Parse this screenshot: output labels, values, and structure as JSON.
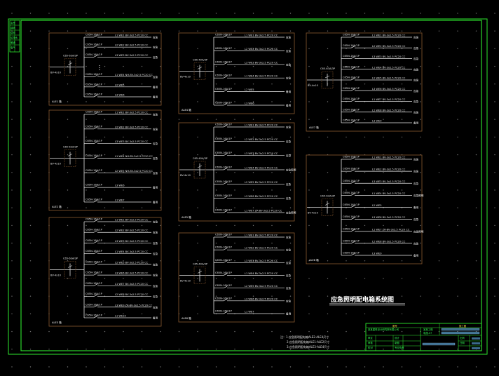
{
  "drawing": {
    "title": "应急照明配电箱系统图",
    "notes": [
      "注：1.应急照明配电箱ALE2-ALE4尺寸",
      "2.应急照明配电箱ALE1-ALE2尺寸",
      "3.应急照明配电箱ALE3-ALE4尺寸"
    ]
  },
  "colors": {
    "background": "#000000",
    "frame": "#2ee82e",
    "panel": "#8a5a30",
    "wire": "#e8e8e8",
    "breaker": "#e0e0e0",
    "dots": "#6e6e6e"
  },
  "panels": [
    {
      "id": "p1",
      "label": "ALE1 箱",
      "incoming": "BV-4x10",
      "main_breaker": "C65-63A/3P",
      "circuits": [
        {
          "breaker": "C65N-16A/1P",
          "cable": "L1 WE1 BV-3x2.5 PC20 CC",
          "load": "应急"
        },
        {
          "breaker": "C65N-16A/1P",
          "cable": "L2 WE2 BV-3x2.5 PC20 CC",
          "load": "应急"
        },
        {
          "breaker": "C65N-16A/1P",
          "cable": "L3 WE3 BV-3x2.5 PC20 CC",
          "load": "应急"
        },
        {
          "breaker": "",
          "cable": "",
          "load": ""
        },
        {
          "breaker": "C65N-16A/1P",
          "cable": "L1 WE4 NH-BV-3x2.5 PC20 CC",
          "load": "应急"
        },
        {
          "breaker": "C65N-16A/1P",
          "cable": "L2 WE5",
          "load": "备用"
        },
        {
          "breaker": "C65N-16A/1P",
          "cable": "L3 WE6",
          "load": "备用"
        }
      ]
    },
    {
      "id": "p2",
      "label": "ALE2 箱",
      "incoming": "BV-4x10",
      "main_breaker": "C65-63A/3P",
      "circuits": [
        {
          "breaker": "C65N-16A/1P",
          "cable": "L1 WE1 BV-3x2.5 PC20 CC",
          "load": "应急"
        },
        {
          "breaker": "C65N-16A/1P",
          "cable": "L2 WE2 BV-3x2.5 PC20 CC",
          "load": "应急"
        },
        {
          "breaker": "C65N-16A/1P",
          "cable": "L3 WE3 BV-3x2.5 PC20 CC",
          "load": "应急"
        },
        {
          "breaker": "C65N-16A/1P",
          "cable": "L1 WE4 NH-BV-3x2.5 PC20 CC",
          "load": "应急"
        },
        {
          "breaker": "C65N-16A/1P",
          "cable": "L2 WE5 NH-BV-3x2.5 PC20 CC",
          "load": "应急"
        },
        {
          "breaker": "C65N-16A/1P",
          "cable": "L3 WE6",
          "load": "备用"
        },
        {
          "breaker": "C65N-16A/1P",
          "cable": "L1 WE7",
          "load": "备用"
        }
      ]
    },
    {
      "id": "p3",
      "label": "ALE3 箱",
      "incoming": "BV-4x10",
      "main_breaker": "C65-63A/3P",
      "circuits": [
        {
          "breaker": "C65N-16A/1P",
          "cable": "L1 WE1 BV-3x2.5 PC20 CC",
          "load": "应急"
        },
        {
          "breaker": "C65N-16A/1P",
          "cable": "L2 WE2 BV-3x2.5 PC20 CC",
          "load": "应急"
        },
        {
          "breaker": "C65N-16A/1P",
          "cable": "L3 WE3 BV-3x2.5 PC20 CC",
          "load": "应急"
        },
        {
          "breaker": "C65N-16A/1P",
          "cable": "L1 WE4 BV-3x2.5 PC20 CC",
          "load": "应急"
        },
        {
          "breaker": "C65N-16A/1P",
          "cable": "L2 WE5 BV-3x2.5 PC20 CC",
          "load": "应急"
        },
        {
          "breaker": "C65N-16A/1P",
          "cable": "L3 WE6 BV-3x2.5 PC20 CC",
          "load": "应急"
        },
        {
          "breaker": "C65N-16A/1P",
          "cable": "L1 WE7 BV-3x2.5 PC20 CC",
          "load": "应急"
        },
        {
          "breaker": "C65N-16A/1P",
          "cable": "L2 WE8 BV-3x2.5 PC20 CC",
          "load": "应急"
        },
        {
          "breaker": "C65N-16A/1P",
          "cable": "L3 WE9 ZR-BV-3x2.5 PC20 CC",
          "load": "应急"
        },
        {
          "breaker": "C65N-16A/1P",
          "cable": "L1 WE10",
          "load": "备用"
        }
      ]
    },
    {
      "id": "p4",
      "label": "ALE4 箱",
      "incoming": "BV-4x10",
      "main_breaker": "C65-40A/3P",
      "circuits": [
        {
          "breaker": "C65N-16A/1P",
          "cable": "L1 WE1 BV-3x2.5 PC20 CC",
          "load": "应急"
        },
        {
          "breaker": "C65N-16A/1P",
          "cable": "L2 WE2 BV-3x2.5 PC20 CC",
          "load": "应急"
        },
        {
          "breaker": "C65N-16A/1P",
          "cable": "L3 WE3 BV-3x2.5 PC20 CC",
          "load": "应急"
        },
        {
          "breaker": "C65N-16A/1P",
          "cable": "L1 WE4 BV-3x2.5 PC20 CC",
          "load": "应急"
        },
        {
          "breaker": "C65N-16A/1P",
          "cable": "L2 WE5",
          "load": "备用"
        },
        {
          "breaker": "C65N-16A/1P",
          "cable": "L3 WE6",
          "load": "备用"
        }
      ]
    },
    {
      "id": "p5",
      "label": "ALE5 箱",
      "incoming": "BV-4x10",
      "main_breaker": "C65-40A/3P",
      "circuits": [
        {
          "breaker": "C65N-16A/1P",
          "cable": "L1 WE1 BV-3x2.5 PC20 CC",
          "load": "应急"
        },
        {
          "breaker": "C65N-16A/1P",
          "cable": "L2 WE2 BV-3x2.5 PC20 CC",
          "load": "应急"
        },
        {
          "breaker": "C65N-16A/1P",
          "cable": "L3 WE3 BV-3x2.5 PC20 CC",
          "load": "应急"
        },
        {
          "breaker": "C65N-16A/1P",
          "cable": "L1 WE4 BV-3x2.5 PC20 CC",
          "load": "应急照明"
        },
        {
          "breaker": "C65N-16A/1P",
          "cable": "L2 WE5 BV-3x2.5 PC20 CC",
          "load": "应急"
        },
        {
          "breaker": "C65N-16A/1P",
          "cable": "L3 WE6 BV-3x2.5 PC20 CC",
          "load": "应急"
        },
        {
          "breaker": "C65N-16A/1P",
          "cable": "L1 WE7 ZR-BV-3x2.5 PC20 CC",
          "load": "应急照明"
        }
      ]
    },
    {
      "id": "p6",
      "label": "ALE6 箱",
      "incoming": "BV-4x10",
      "main_breaker": "C65-40A/3P",
      "circuits": [
        {
          "breaker": "C65N-16A/1P",
          "cable": "L1 WE1 BV-3x2.5 PC20 CC",
          "load": "应急"
        },
        {
          "breaker": "C65N-16A/1P",
          "cable": "L2 WE2 BV-3x2.5 PC20 CC",
          "load": "应急"
        },
        {
          "breaker": "C65N-16A/1P",
          "cable": "L3 WE3 BV-3x2.5 PC20 CC",
          "load": "应急"
        },
        {
          "breaker": "C65N-16A/1P",
          "cable": "L1 WE4 BV-3x2.5 PC20 CC",
          "load": "应急"
        },
        {
          "breaker": "C65N-16A/1P",
          "cable": "L2 WE5 BV-3x2.5 PC20 CC",
          "load": "应急"
        },
        {
          "breaker": "C65N-16A/1P",
          "cable": "L3 WE6 BV-3x2.5 PC20 CC",
          "load": "应急"
        },
        {
          "breaker": "C65N-16A/1P",
          "cable": "L1 WE7",
          "load": "备用"
        }
      ]
    },
    {
      "id": "p7",
      "label": "ALE7 箱",
      "incoming": "BV-4x10",
      "main_breaker": "C65-63A/3P",
      "circuits": [
        {
          "breaker": "C65N-16A/1P",
          "cable": "L1 WE1 BV-3x2.5 PC20 CC",
          "load": "应急"
        },
        {
          "breaker": "C65N-16A/1P",
          "cable": "L2 WE2 BV-3x2.5 PC20 CC",
          "load": "应急"
        },
        {
          "breaker": "C65N-16A/1P",
          "cable": "L3 WE3 BV-3x2.5 PC20 CC",
          "load": "应急"
        },
        {
          "breaker": "C65N-16A/1P",
          "cable": "L1 WE4 BV-3x2.5 PC20 CC",
          "load": "应急"
        },
        {
          "breaker": "C65N-16A/1P",
          "cable": "L2 WE5 BV-3x2.5 PC20 CC",
          "load": "应急"
        },
        {
          "breaker": "C65N-16A/1P",
          "cable": "L3 WE6 BV-3x2.5 PC20 CC",
          "load": "应急"
        },
        {
          "breaker": "C65N-16A/1P",
          "cable": "L1 WE7 BV-3x2.5 PC20 CC",
          "load": "应急"
        },
        {
          "breaker": "C65N-16A/1P",
          "cable": "L2 WE8 BV-3x2.5 PC20 CC",
          "load": "应急"
        },
        {
          "breaker": "C65N-16A/1P",
          "cable": "L3 WE9",
          "load": "备用"
        }
      ]
    },
    {
      "id": "p8",
      "label": "ALE8 箱",
      "incoming": "BV-4x10",
      "main_breaker": "C65-63A/3P",
      "circuits": [
        {
          "breaker": "C65N-16A/1P",
          "cable": "L1 WE1 BV-3x2.5 PC20 CC",
          "load": "应急"
        },
        {
          "breaker": "C65N-16A/1P",
          "cable": "L2 WE2 BV-3x2.5 PC20 CC",
          "load": "应急"
        },
        {
          "breaker": "C65N-16A/1P",
          "cable": "L3 WE3 BV-3x2.5 PC20 CC",
          "load": "应急"
        },
        {
          "breaker": "C65N-16A/1P",
          "cable": "L1 WE4 BV-3x2.5 PC20 CC",
          "load": "应急照明"
        },
        {
          "breaker": "C65N-16A/1P",
          "cable": "L2 WE5",
          "load": "备用"
        },
        {
          "breaker": "C65N-16A/1P",
          "cable": "L3 WE6 BV-3x2.5 PC20 CC",
          "load": "应急"
        },
        {
          "breaker": "C65N-16A/1P",
          "cable": "L1 WE7 ZR-BV-3x2.5 PC20 CC",
          "load": "应急照明"
        },
        {
          "breaker": "C65N-16A/1P",
          "cable": "L2 WE8 BV-3x2.5 PC20 CC",
          "load": "应急"
        },
        {
          "breaker": "C65N-16A/1P",
          "cable": "L3 WE9",
          "load": "备用"
        }
      ]
    }
  ],
  "title_block": {
    "company": "某某建筑设计研究院有限公司",
    "project_name": "某某工程",
    "drawing_number": "电施-07",
    "sheet": "图号",
    "design_stage": "施工图",
    "role_labels": [
      "审定",
      "审核",
      "校对",
      "设计",
      "制图",
      "专业负责"
    ],
    "scale": "比例",
    "date": "日期"
  },
  "left_strip": {
    "labels": [
      "会签",
      "建筑",
      "结构",
      "给排水",
      "暖通",
      "电气"
    ]
  }
}
